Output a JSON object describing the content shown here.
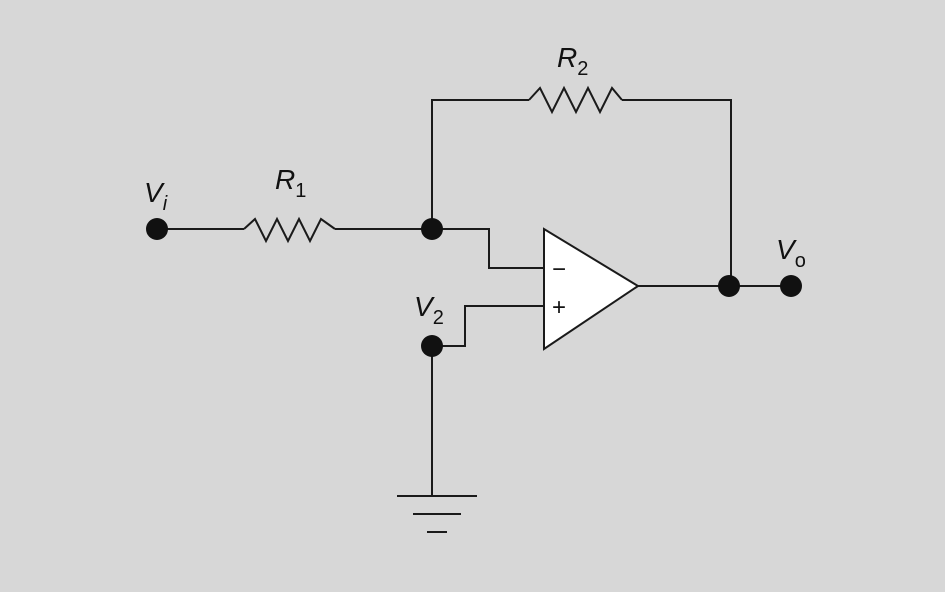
{
  "background_color": "#d7d7d7",
  "line_color": "#1a1a1a",
  "labels": {
    "vi": {
      "main": "V",
      "sub": "i"
    },
    "r1": {
      "main": "R",
      "sub": "1"
    },
    "r2": {
      "main": "R",
      "sub": "2"
    },
    "v2": {
      "main": "V",
      "sub": "2"
    },
    "vo": {
      "main": "V",
      "sub": "o"
    }
  },
  "opamp": {
    "inverting_sign": "−",
    "noninverting_sign": "+"
  }
}
